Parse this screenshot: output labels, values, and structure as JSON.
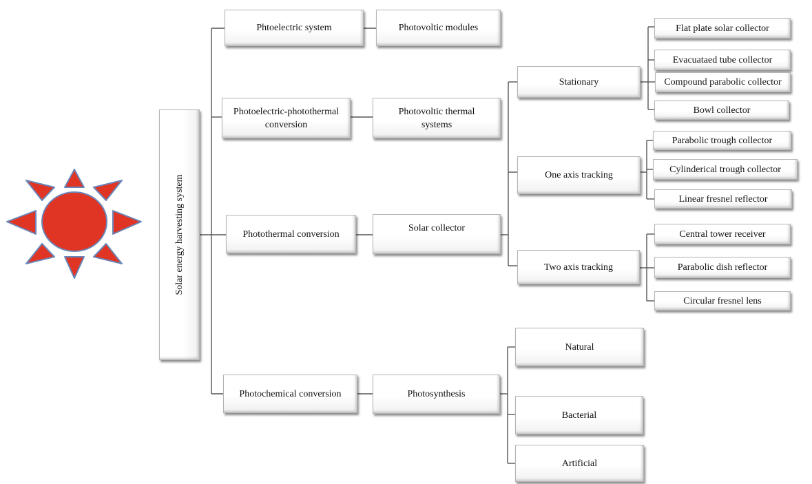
{
  "root": {
    "label": "Solar energy harvesting system"
  },
  "level1": [
    {
      "label": "Phtoelectric system"
    },
    {
      "label": "Photoelectric-photothermal conversion"
    },
    {
      "label": "Photothermal conversion"
    },
    {
      "label": "Photochemical conversion"
    }
  ],
  "level2": [
    {
      "label": "Photovoltic modules"
    },
    {
      "label": "Photovoltic thermal systems"
    },
    {
      "label": "Solar collector"
    },
    {
      "label": "Photosynthesis"
    }
  ],
  "collector_types": [
    {
      "label": "Stationary"
    },
    {
      "label": "One axis tracking"
    },
    {
      "label": "Two axis tracking"
    }
  ],
  "stationary_items": [
    {
      "label": "Flat plate solar collector"
    },
    {
      "label": "Evacuataed tube collector"
    },
    {
      "label": "Compound parabolic collector"
    },
    {
      "label": "Bowl collector"
    }
  ],
  "one_axis_items": [
    {
      "label": "Parabolic trough collector"
    },
    {
      "label": "Cylinderical trough collector"
    },
    {
      "label": "Linear fresnel reflector"
    }
  ],
  "two_axis_items": [
    {
      "label": "Central tower receiver"
    },
    {
      "label": "Parabolic dish reflector"
    },
    {
      "label": "Circular fresnel lens"
    }
  ],
  "photosynthesis_types": [
    {
      "label": "Natural"
    },
    {
      "label": "Bacterial"
    },
    {
      "label": "Artificial"
    }
  ],
  "colors": {
    "sun_fill": "#e03424",
    "sun_stroke": "#6a86b8",
    "line": "#555555"
  }
}
